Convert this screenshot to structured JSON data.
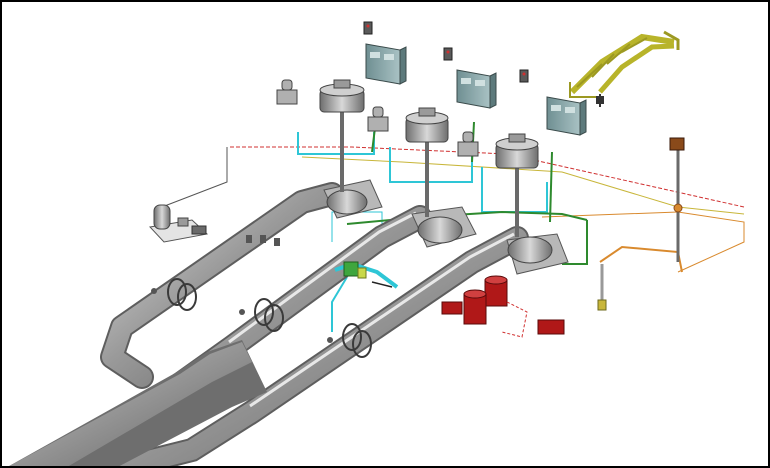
{
  "colors": {
    "background": "#ffffff",
    "frame": "#000000",
    "pipe_dark": "#6f6f6f",
    "pipe_mid": "#9a9a9a",
    "pipe_light": "#d4d4d4",
    "equipment_gray": "#8a8a8a",
    "cabinet_panel": "#7fa0a3",
    "crane_yellow": "#b8b42a",
    "red_equipment": "#b01818",
    "cyan_piping": "#2ec6d6",
    "green_piping": "#2e8a2e",
    "orange_piping": "#d98a2e",
    "red_dashed": "#d03030",
    "brown_indicator": "#8a4a1a",
    "yellow_piping": "#c8b63a"
  },
  "components": [
    {
      "id": "main-pipeline-1",
      "type": "pipeline"
    },
    {
      "id": "main-pipeline-2",
      "type": "pipeline"
    },
    {
      "id": "main-pipeline-3",
      "type": "pipeline"
    },
    {
      "id": "pump-unit-1",
      "type": "pump-motor"
    },
    {
      "id": "pump-unit-2",
      "type": "pump-motor"
    },
    {
      "id": "pump-unit-3",
      "type": "pump-motor"
    },
    {
      "id": "control-cabinet-1",
      "type": "control-cabinet"
    },
    {
      "id": "control-cabinet-2",
      "type": "control-cabinet"
    },
    {
      "id": "control-cabinet-3",
      "type": "control-cabinet"
    },
    {
      "id": "overhead-crane",
      "type": "gantry-crane"
    },
    {
      "id": "pressure-tank-station",
      "type": "tank"
    },
    {
      "id": "red-tank-group",
      "type": "tank"
    },
    {
      "id": "indicator-post",
      "type": "instrument"
    }
  ]
}
